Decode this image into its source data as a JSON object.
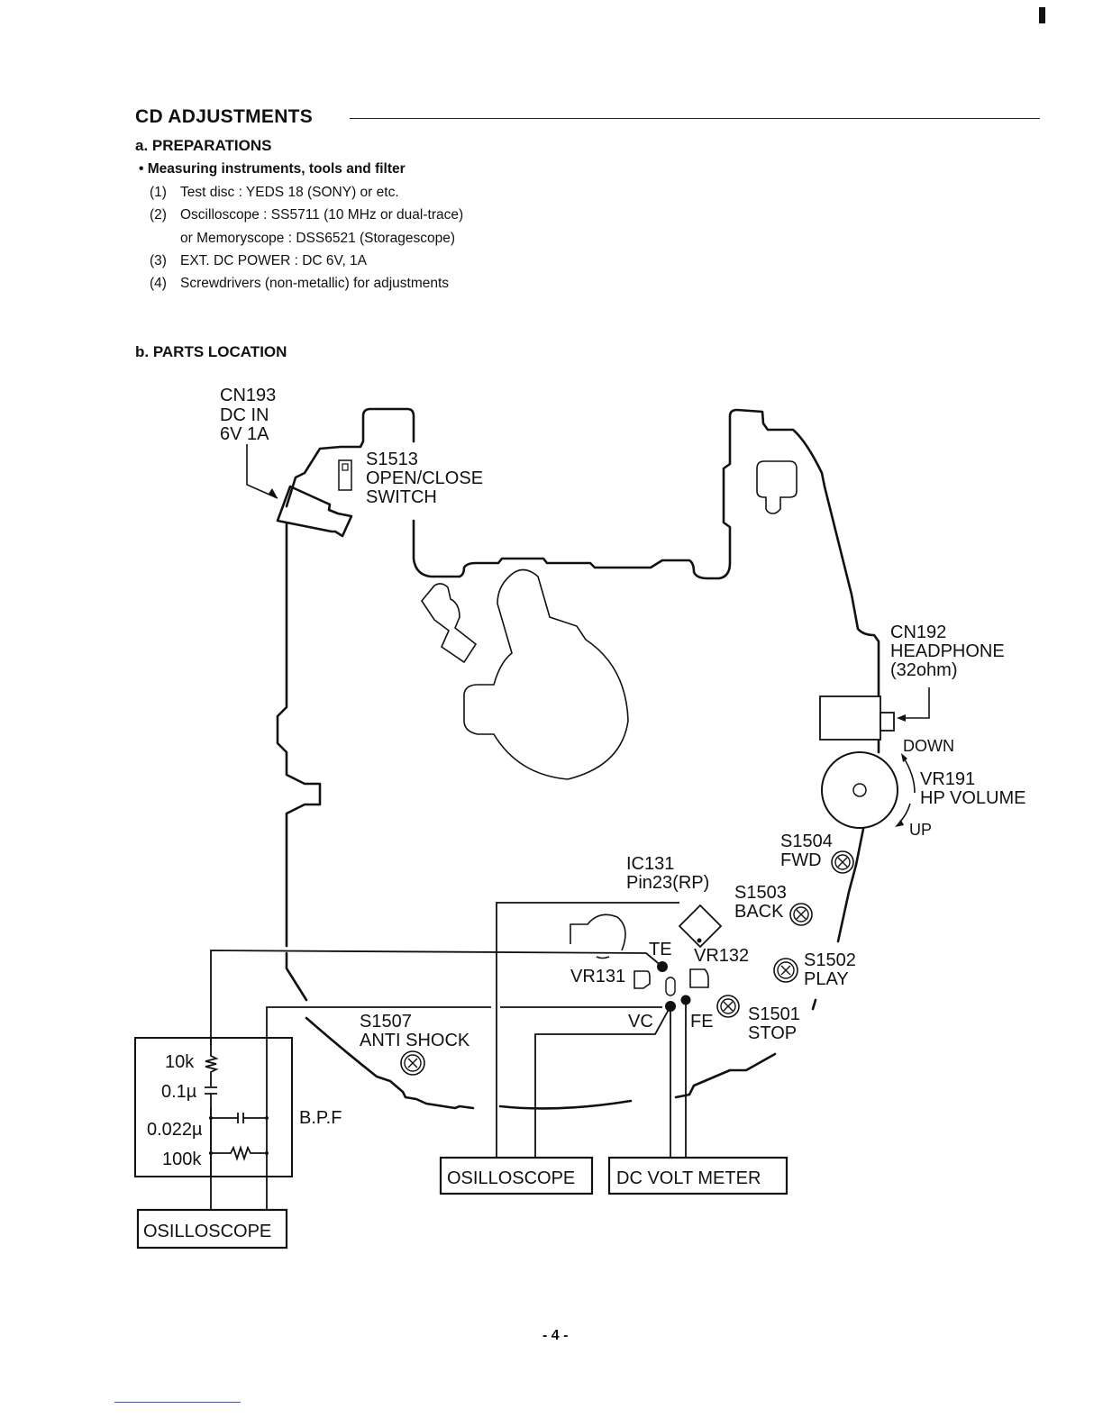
{
  "section": {
    "title": "CD ADJUSTMENTS",
    "preparations": {
      "heading": "a. PREPARATIONS",
      "bullet": "• Measuring instruments, tools and filter",
      "items": [
        {
          "num": "(1)",
          "text": "Test disc : YEDS 18 (SONY) or etc."
        },
        {
          "num": "(2)",
          "text": "Oscilloscope : SS5711 (10 MHz or dual-trace)"
        },
        {
          "num": "",
          "text": "or Memoryscope : DSS6521 (Storagescope)"
        },
        {
          "num": "(3)",
          "text": "EXT. DC  POWER : DC 6V, 1A"
        },
        {
          "num": "(4)",
          "text": "Screwdrivers (non-metallic) for adjustments"
        }
      ]
    },
    "parts_location": {
      "heading": "b. PARTS LOCATION"
    }
  },
  "diagram": {
    "cn193": {
      "line1": "CN193",
      "line2": "DC  IN",
      "line3": "6V  1A"
    },
    "s1513": {
      "line1": "S1513",
      "line2": "OPEN/CLOSE",
      "line3": "SWITCH"
    },
    "cn192": {
      "line1": "CN192",
      "line2": "HEADPHONE",
      "line3": "(32ohm)"
    },
    "vr191": {
      "direction_down": "DOWN",
      "line1": "VR191",
      "line2": "HP VOLUME",
      "direction_up": "UP"
    },
    "s1504": {
      "line1": "S1504",
      "line2": "FWD"
    },
    "ic131": {
      "line1": "IC131",
      "line2": "Pin23(RP)"
    },
    "s1503": {
      "line1": "S1503",
      "line2": "BACK"
    },
    "te": "TE",
    "vr132": "VR132",
    "vr131": "VR131",
    "s1502": {
      "line1": "S1502",
      "line2": "PLAY"
    },
    "vc": "VC",
    "fe": "FE",
    "s1501": {
      "line1": "S1501",
      "line2": "STOP"
    },
    "s1507": {
      "line1": "S1507",
      "line2": "ANTI  SHOCK"
    },
    "bpf": {
      "label": "B.P.F",
      "r1": "10k",
      "c1": "0.1µ",
      "c2": "0.022µ",
      "r2": "100k"
    },
    "instruments": {
      "oscilloscope_center": "OSILLOSCOPE",
      "dc_volt_meter": "DC VOLT METER",
      "oscilloscope_left": "OSILLOSCOPE"
    }
  },
  "footer": {
    "page_number": "- 4 -"
  }
}
